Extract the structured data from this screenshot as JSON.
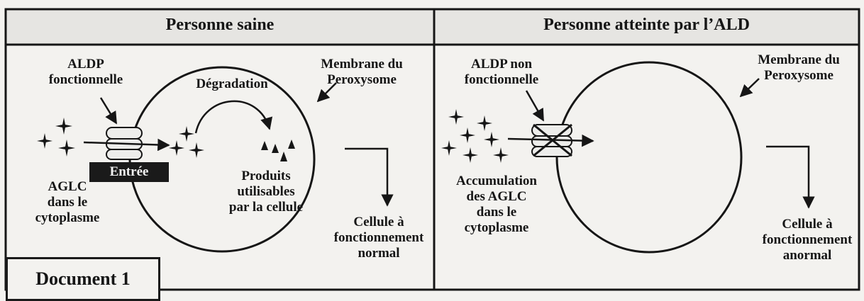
{
  "panel_left": {
    "title": "Personne saine",
    "enzyme_label": "ALDP\nfonctionnelle",
    "entry_label": "Entrée",
    "substrate_label": "AGLC\ndans le\ncytoplasme",
    "membrane_label": "Membrane du\nPeroxysome",
    "process_label": "Dégradation",
    "products_label": "Produits\nutilisables\npar la cellule",
    "result_label": "Cellule à\nfonctionnement\nnormal"
  },
  "panel_right": {
    "title": "Personne atteinte par l’ALD",
    "enzyme_label": "ALDP non\nfonctionnelle",
    "accumulation_label": "Accumulation\ndes AGLC\ndans le\ncytoplasme",
    "membrane_label": "Membrane du\nPeroxysome",
    "result_label": "Cellule à\nfonctionnement\nanormal"
  },
  "document_label": "Document 1",
  "colors": {
    "ink": "#161616",
    "paper": "#f3f2ef",
    "header_band": "#e6e5e2"
  }
}
